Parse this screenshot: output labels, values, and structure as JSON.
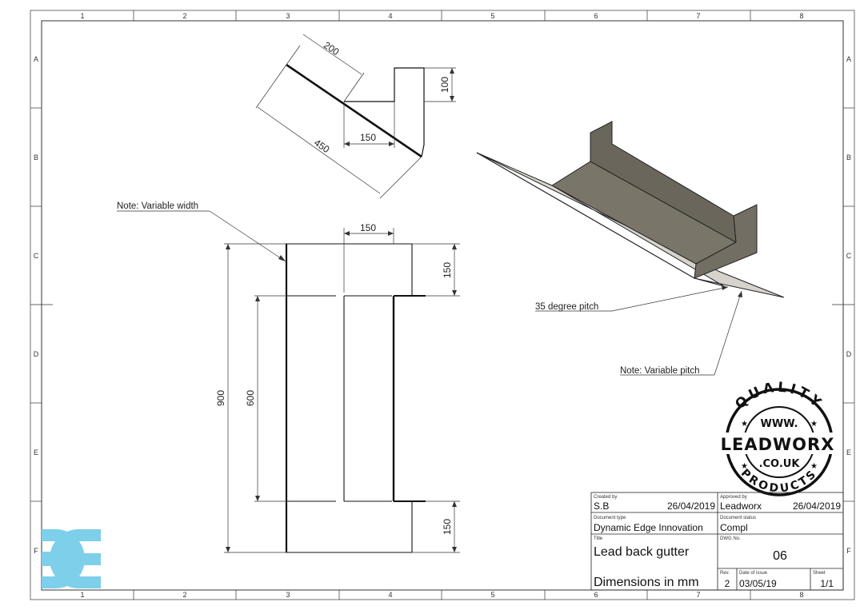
{
  "border": {
    "columns": [
      "1",
      "2",
      "3",
      "4",
      "5",
      "6",
      "7",
      "8"
    ],
    "rows": [
      "A",
      "B",
      "C",
      "D",
      "E",
      "F"
    ]
  },
  "section_view": {
    "dimensions": {
      "slope": "200",
      "upstand": "100",
      "base": "150",
      "overall": "450"
    }
  },
  "plan_view": {
    "dimensions": {
      "top_width": "150",
      "top_depth": "150",
      "height_total": "900",
      "height_mid": "600",
      "bottom_depth": "150"
    },
    "note": "Note: Variable width"
  },
  "iso_view": {
    "pitch_label": "35 degree pitch",
    "pitch_note": "Note: Variable pitch"
  },
  "badge": {
    "top_text": "QUALITY",
    "www": "WWW.",
    "brand": "LEADWORX",
    "domain": ".CO.UK",
    "bottom_text": "PRODUCTS"
  },
  "title_block": {
    "created_by_label": "Created by",
    "created_by": "S.B",
    "created_date": "26/04/2019",
    "approved_by_label": "Approved by",
    "approved_by": "Leadworx",
    "approved_date": "26/04/2019",
    "doc_type_label": "Document type",
    "doc_type": "Dynamic Edge Innovation",
    "doc_status_label": "Document status",
    "doc_status": "Compl",
    "title_label": "Title",
    "title": "Lead back gutter",
    "subtitle": "Dimensions in mm",
    "dwg_label": "DWG No.",
    "dwg_no": "06",
    "rev_label": "Rev.",
    "rev": "2",
    "issue_label": "Date of issue",
    "issue_date": "03/05/19",
    "sheet_label": "Sheet",
    "sheet": "1/1"
  },
  "colors": {
    "logo": "#7ecfea",
    "sheet_metal_dark": "#6f6a60",
    "sheet_metal_light": "#c9c6bf"
  }
}
